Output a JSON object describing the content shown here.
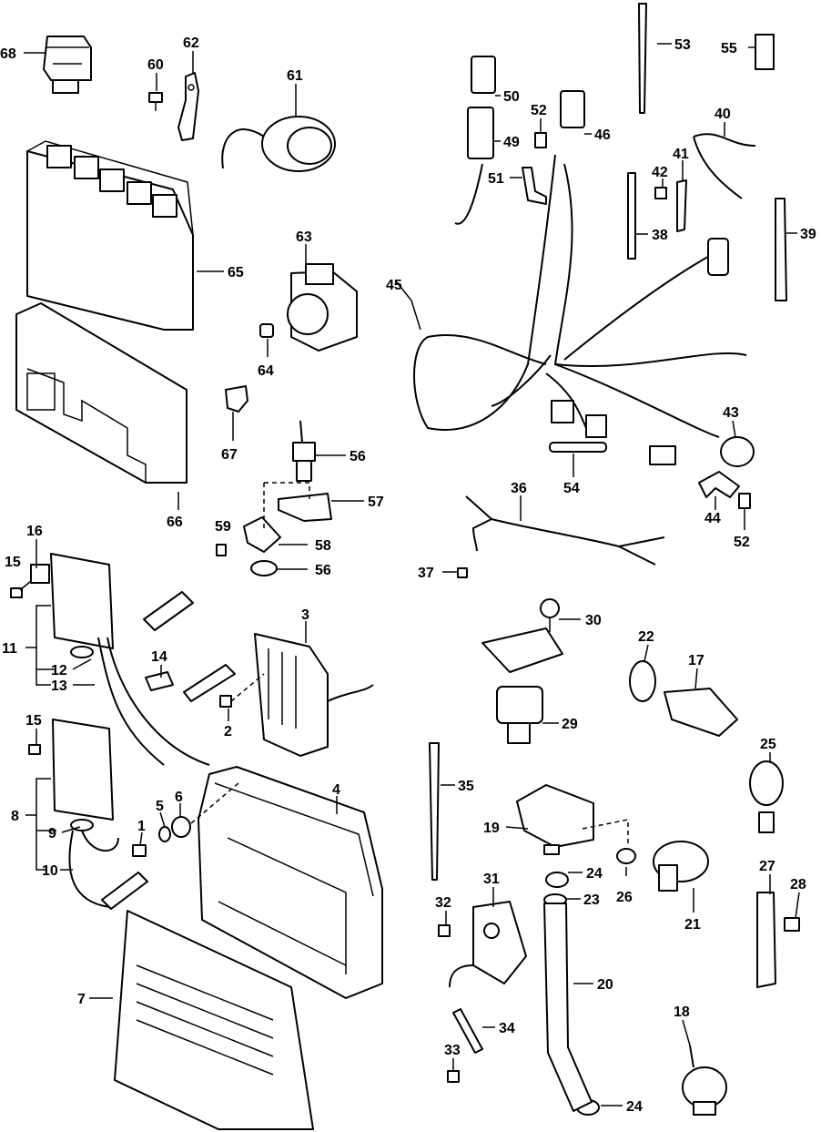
{
  "callouts": [
    {
      "id": "c1",
      "text": "1"
    },
    {
      "id": "c2",
      "text": "2"
    },
    {
      "id": "c3",
      "text": "3"
    },
    {
      "id": "c4",
      "text": "4"
    },
    {
      "id": "c5",
      "text": "5"
    },
    {
      "id": "c6",
      "text": "6"
    },
    {
      "id": "c7",
      "text": "7"
    },
    {
      "id": "c8",
      "text": "8"
    },
    {
      "id": "c9",
      "text": "9"
    },
    {
      "id": "c10",
      "text": "10"
    },
    {
      "id": "c11",
      "text": "11"
    },
    {
      "id": "c12",
      "text": "12"
    },
    {
      "id": "c13",
      "text": "13"
    },
    {
      "id": "c14",
      "text": "14"
    },
    {
      "id": "c15a",
      "text": "15"
    },
    {
      "id": "c15b",
      "text": "15"
    },
    {
      "id": "c16",
      "text": "16"
    },
    {
      "id": "c17",
      "text": "17"
    },
    {
      "id": "c18",
      "text": "18"
    },
    {
      "id": "c19",
      "text": "19"
    },
    {
      "id": "c20",
      "text": "20"
    },
    {
      "id": "c21",
      "text": "21"
    },
    {
      "id": "c22",
      "text": "22"
    },
    {
      "id": "c23",
      "text": "23"
    },
    {
      "id": "c24a",
      "text": "24"
    },
    {
      "id": "c24b",
      "text": "24"
    },
    {
      "id": "c25",
      "text": "25"
    },
    {
      "id": "c26",
      "text": "26"
    },
    {
      "id": "c27",
      "text": "27"
    },
    {
      "id": "c28",
      "text": "28"
    },
    {
      "id": "c29",
      "text": "29"
    },
    {
      "id": "c30",
      "text": "30"
    },
    {
      "id": "c31",
      "text": "31"
    },
    {
      "id": "c32",
      "text": "32"
    },
    {
      "id": "c33",
      "text": "33"
    },
    {
      "id": "c34",
      "text": "34"
    },
    {
      "id": "c35",
      "text": "35"
    },
    {
      "id": "c36",
      "text": "36"
    },
    {
      "id": "c37",
      "text": "37"
    },
    {
      "id": "c38",
      "text": "38"
    },
    {
      "id": "c39",
      "text": "39"
    },
    {
      "id": "c40",
      "text": "40"
    },
    {
      "id": "c41",
      "text": "41"
    },
    {
      "id": "c42",
      "text": "42"
    },
    {
      "id": "c43",
      "text": "43"
    },
    {
      "id": "c44",
      "text": "44"
    },
    {
      "id": "c45",
      "text": "45"
    },
    {
      "id": "c46",
      "text": "46"
    },
    {
      "id": "c49",
      "text": "49"
    },
    {
      "id": "c50",
      "text": "50"
    },
    {
      "id": "c51",
      "text": "51"
    },
    {
      "id": "c52a",
      "text": "52"
    },
    {
      "id": "c52b",
      "text": "52"
    },
    {
      "id": "c53",
      "text": "53"
    },
    {
      "id": "c54",
      "text": "54"
    },
    {
      "id": "c55",
      "text": "55"
    },
    {
      "id": "c56a",
      "text": "56"
    },
    {
      "id": "c56b",
      "text": "56"
    },
    {
      "id": "c57",
      "text": "57"
    },
    {
      "id": "c58",
      "text": "58"
    },
    {
      "id": "c59",
      "text": "59"
    },
    {
      "id": "c60",
      "text": "60"
    },
    {
      "id": "c61",
      "text": "61"
    },
    {
      "id": "c62",
      "text": "62"
    },
    {
      "id": "c63",
      "text": "63"
    },
    {
      "id": "c64",
      "text": "64"
    },
    {
      "id": "c65",
      "text": "65"
    },
    {
      "id": "c66",
      "text": "66"
    },
    {
      "id": "c67",
      "text": "67"
    },
    {
      "id": "c68",
      "text": "68"
    }
  ]
}
